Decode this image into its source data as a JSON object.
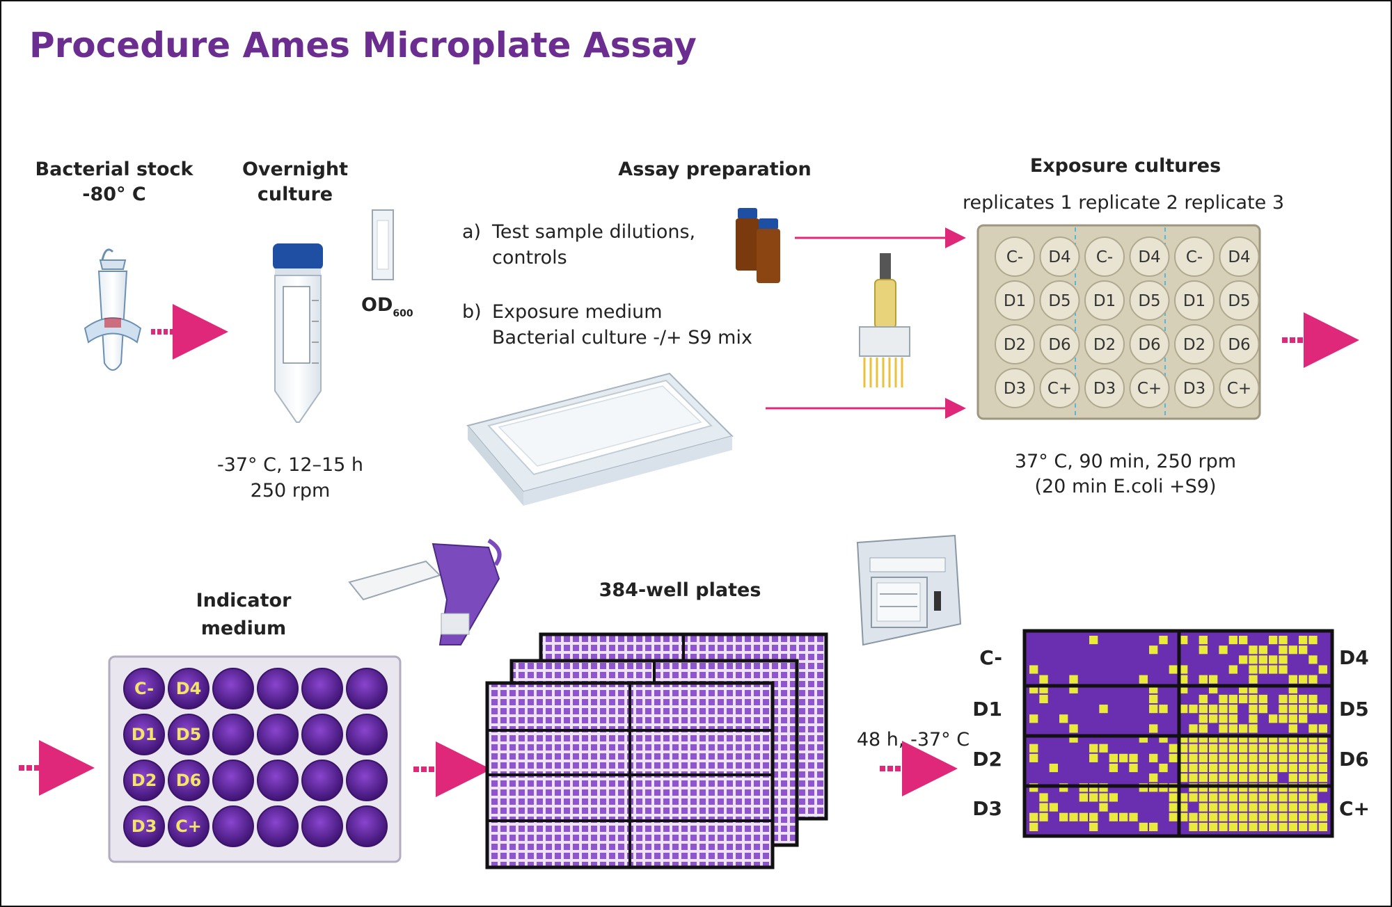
{
  "title": "Procedure Ames Microplate Assay",
  "steps": {
    "bacterial_stock": {
      "label_line1": "Bacterial stock",
      "label_line2": "-80° C"
    },
    "overnight_culture": {
      "label_line1": "Overnight",
      "label_line2": "culture",
      "od_label": "OD",
      "od_sub": "600",
      "cond_line1": "-37° C,  12–15 h",
      "cond_line2": "250 rpm"
    },
    "assay_preparation": {
      "label": "Assay preparation",
      "a_marker": "a)",
      "a_line1": "Test sample dilutions,",
      "a_line2": "controls",
      "b_marker": "b)",
      "b_line1": "Exposure medium",
      "b_line2": "Bacterial culture -/+ S9 mix"
    },
    "exposure_cultures": {
      "label": "Exposure cultures",
      "replicates": "replicates 1 replicate 2 replicate 3",
      "cond_line1": "37° C, 90 min, 250 rpm",
      "cond_line2": "(20 min E.coli +S9)"
    },
    "indicator_medium": {
      "label_line1": "Indicator",
      "label_line2": "medium"
    },
    "plates": {
      "label": "384-well plates"
    },
    "incubation": {
      "label": "48 h, -37° C"
    }
  },
  "exposure_plate_rows": [
    [
      "C-",
      "D4",
      "C-",
      "D4",
      "C-",
      "D4"
    ],
    [
      "D1",
      "D5",
      "D1",
      "D5",
      "D1",
      "D5"
    ],
    [
      "D2",
      "D6",
      "D2",
      "D6",
      "D2",
      "D6"
    ],
    [
      "D3",
      "C+",
      "D3",
      "C+",
      "D3",
      "C+"
    ]
  ],
  "indicator_plate_labels": [
    [
      "C-",
      "D4"
    ],
    [
      "D1",
      "D5"
    ],
    [
      "D2",
      "D6"
    ],
    [
      "D3",
      "C+"
    ]
  ],
  "result_labels_left": [
    "C-",
    "D1",
    "D2",
    "D3"
  ],
  "result_labels_right": [
    "D4",
    "D5",
    "D6",
    "C+"
  ],
  "colors": {
    "title": "#6b2d8f",
    "arrow": "#e0287a",
    "purple_well": "#6a2fb0",
    "yellow_well": "#e9ea3a"
  }
}
